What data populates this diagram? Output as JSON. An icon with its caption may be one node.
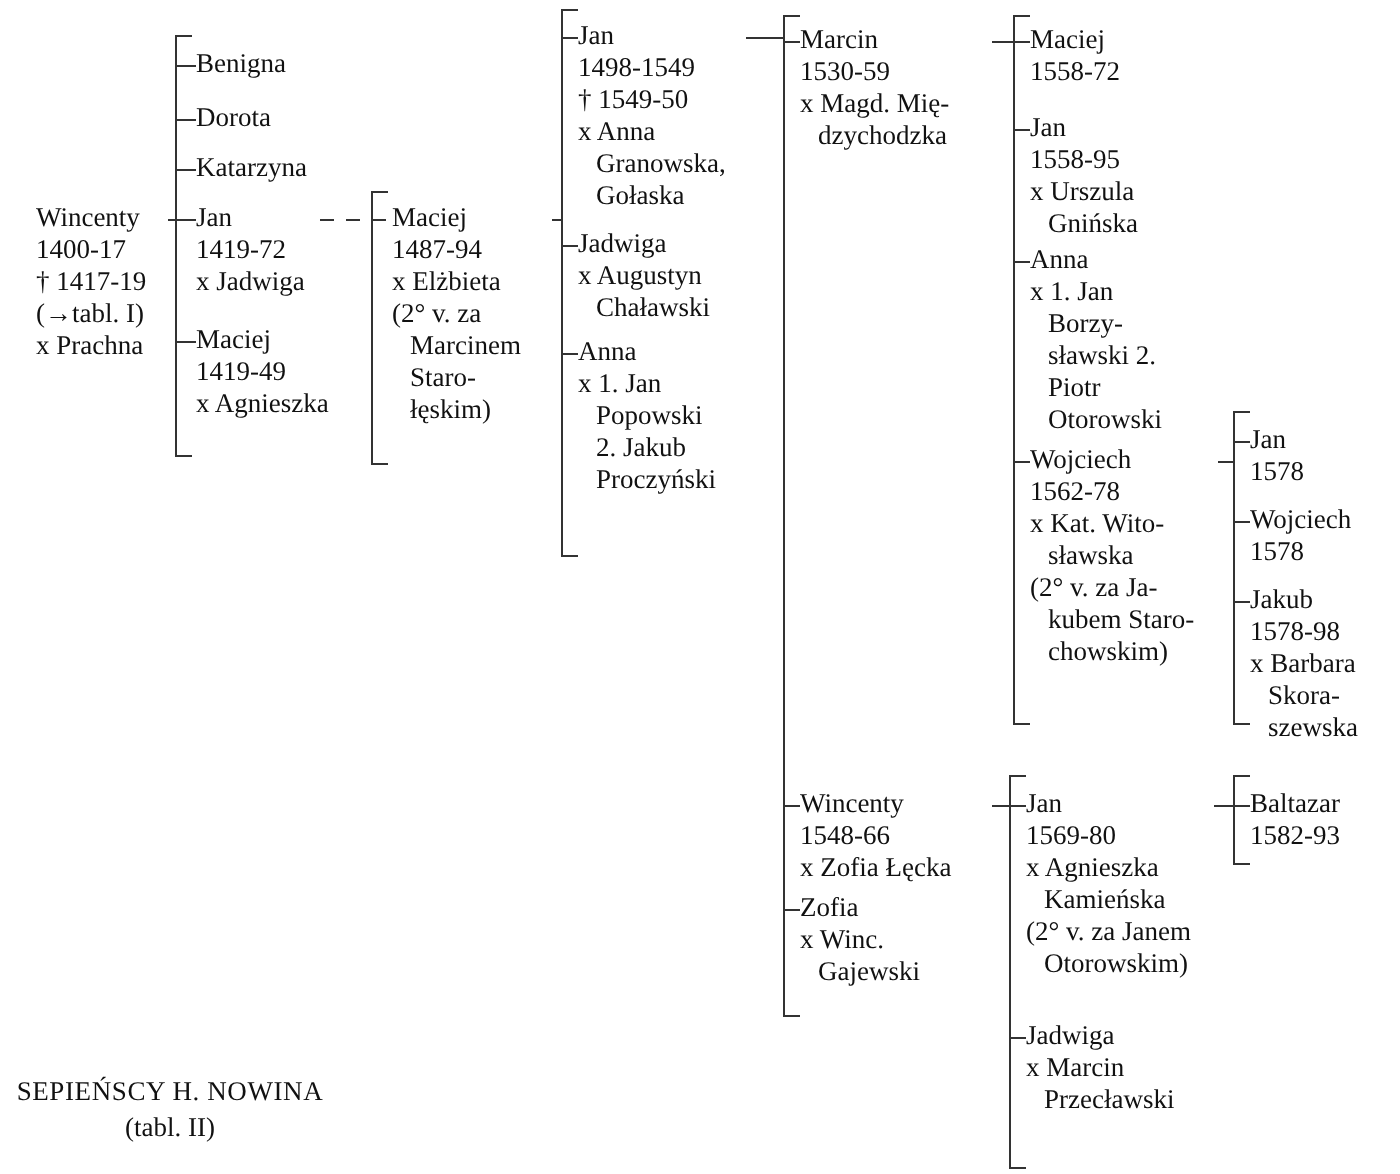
{
  "diagram": {
    "title": "SEPIEŃSCY H. NOWINA",
    "caption": "(tabl. II)",
    "nodes": [
      {
        "text": [
          "Wincenty",
          "1400-17",
          "† 1417-19",
          "(→tabl. I)",
          "x Prachna"
        ]
      },
      {
        "text": [
          "Benigna"
        ]
      },
      {
        "text": [
          "Dorota"
        ]
      },
      {
        "text": [
          "Katarzyna"
        ]
      },
      {
        "text": [
          "Jan",
          "1419-72",
          "x Jadwiga"
        ]
      },
      {
        "text": [
          "Maciej",
          "1419-49",
          "x Agnieszka"
        ]
      },
      {
        "text": [
          "Maciej",
          "1487-94",
          "x Elżbieta",
          "(2° v. za Marcinem Staro- łęskim)"
        ]
      },
      {
        "text": [
          "Jan",
          "1498-1549",
          "† 1549-50",
          "x Anna Granowska, Gołaska"
        ]
      },
      {
        "text": [
          "Jadwiga",
          "x Augustyn Chaławski"
        ]
      },
      {
        "text": [
          "Anna",
          "x 1. Jan Popowski 2. Jakub Proczyński"
        ]
      },
      {
        "text": [
          "Marcin",
          "1530-59",
          "x Magd. Mię- dzychodzka"
        ]
      },
      {
        "text": [
          "Wincenty",
          "1548-66",
          "x Zofia Łęcka"
        ]
      },
      {
        "text": [
          "Zofia",
          "x Winc. Gajewski"
        ]
      },
      {
        "text": [
          "Maciej",
          "1558-72"
        ]
      },
      {
        "text": [
          "Jan",
          "1558-95",
          "x Urszula Gnińska"
        ]
      },
      {
        "text": [
          "Anna",
          "x 1. Jan Borzy- sławski 2. Piotr Otorowski"
        ]
      },
      {
        "text": [
          "Wojciech",
          "1562-78",
          "x Kat. Wito- sławska",
          "(2° v. za Ja- kubem Staro- chowskim)"
        ]
      },
      {
        "text": [
          "Jan",
          "1578"
        ]
      },
      {
        "text": [
          "Wojciech",
          "1578"
        ]
      },
      {
        "text": [
          "Jakub",
          "1578-98",
          "x Barbara Skora- szewska"
        ]
      },
      {
        "text": [
          "Jan",
          "1569-80",
          "x Agnieszka Kamieńska",
          "(2° v. za Janem Otorowskim)"
        ]
      },
      {
        "text": [
          "Jadwiga",
          "x Marcin Przecławski"
        ]
      },
      {
        "text": [
          "Baltazar",
          "1582-93"
        ]
      }
    ],
    "edges": [
      {
        "from": 0,
        "to": 1,
        "arrow": "none"
      },
      {
        "from": 0,
        "to": 2,
        "arrow": "none"
      },
      {
        "from": 0,
        "to": 3,
        "arrow": "none"
      },
      {
        "from": 0,
        "to": 4,
        "arrow": "none"
      },
      {
        "from": 0,
        "to": 5,
        "arrow": "none"
      },
      {
        "from": 4,
        "to": 6,
        "arrow": "none",
        "style": "dashed"
      },
      {
        "from": 6,
        "to": 7,
        "arrow": "none"
      },
      {
        "from": 6,
        "to": 8,
        "arrow": "none"
      },
      {
        "from": 6,
        "to": 9,
        "arrow": "none"
      },
      {
        "from": 7,
        "to": 10,
        "arrow": "none"
      },
      {
        "from": 7,
        "to": 11,
        "arrow": "none"
      },
      {
        "from": 7,
        "to": 12,
        "arrow": "none"
      },
      {
        "from": 10,
        "to": 13,
        "arrow": "none"
      },
      {
        "from": 10,
        "to": 14,
        "arrow": "none"
      },
      {
        "from": 10,
        "to": 15,
        "arrow": "none"
      },
      {
        "from": 10,
        "to": 16,
        "arrow": "none"
      },
      {
        "from": 16,
        "to": 17,
        "arrow": "none"
      },
      {
        "from": 16,
        "to": 18,
        "arrow": "none"
      },
      {
        "from": 16,
        "to": 19,
        "arrow": "none"
      },
      {
        "from": 11,
        "to": 20,
        "arrow": "none"
      },
      {
        "from": 11,
        "to": 21,
        "arrow": "none"
      },
      {
        "from": 20,
        "to": 22,
        "arrow": "none"
      }
    ]
  }
}
